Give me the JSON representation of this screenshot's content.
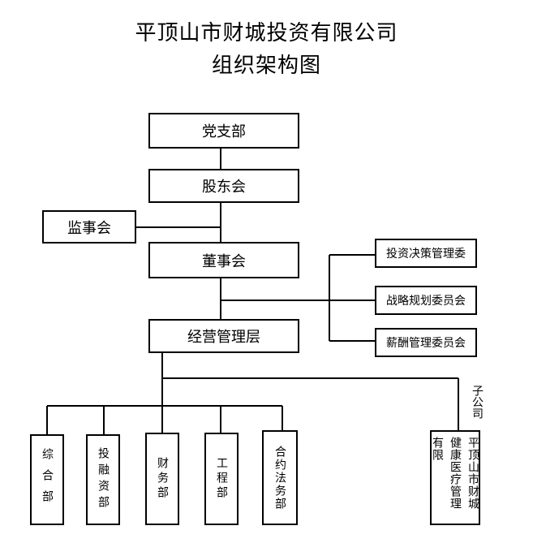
{
  "title_line1": "平顶山市财城投资有限公司",
  "title_line2": "组织架构图",
  "nodes": {
    "party": "党支部",
    "shareholders": "股东会",
    "supervisors": "监事会",
    "board": "董事会",
    "management": "经营管理层"
  },
  "committees": [
    "投资决策管理委",
    "战略规划委员会",
    "薪酬管理委员会"
  ],
  "departments": [
    "综合部",
    "投融资部",
    "财务部",
    "工程部",
    "合约法务部"
  ],
  "subsidiary_label": "子公司",
  "subsidiary": "平顶山市财城健康医疗管理有限"
}
